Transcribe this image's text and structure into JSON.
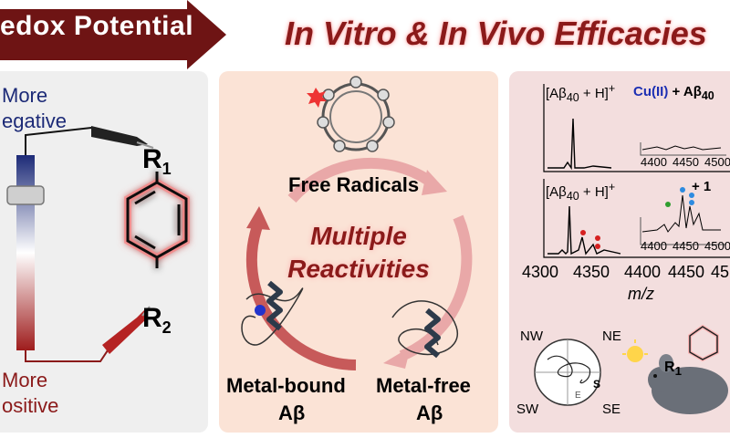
{
  "banner": {
    "text": "edox Potential"
  },
  "title": "In Vitro & In Vivo Efficacies",
  "left_panel": {
    "more_negative": [
      "More",
      "egative"
    ],
    "more_positive": [
      "More",
      "ositive"
    ],
    "r1": "R",
    "r1_sub": "1",
    "r2": "R",
    "r2_sub": "2"
  },
  "center_panel": {
    "free_radicals": "Free Radicals",
    "multiple": "Multiple",
    "reactivities": "Reactivities",
    "metal_bound": [
      "Metal-bound",
      "Aβ"
    ],
    "metal_free": [
      "Metal-free",
      "Aβ"
    ]
  },
  "right_panel": {
    "peak_label_top": "[Aβ",
    "peak_label_sub": "40",
    "peak_label_tail": " + H]",
    "peak_label_sup": "+",
    "condition_cu": "Cu(II)",
    "condition_plus": " + Aβ",
    "condition_sub": "40",
    "condition_cmpd": "+ 1",
    "inset_ticks": [
      "4400",
      "4450",
      "4500"
    ],
    "x_ticks": [
      "4300",
      "4350",
      "4400",
      "4450",
      "45"
    ],
    "x_axis_label": "m/z",
    "maze_dirs": [
      "NW",
      "NE",
      "SW",
      "SE"
    ],
    "maze_marks": [
      "S",
      "E"
    ],
    "mouse_r_label": "R",
    "mouse_r_sub": "1"
  },
  "colors": {
    "dark_red": "#8b1a1a",
    "navy": "#1c2a77",
    "left_panel_bg": "#efefef",
    "center_panel_bg": "#fbe3d6",
    "right_panel_bg": "#f3dede",
    "cycle_arrow": "#c75a5a"
  }
}
